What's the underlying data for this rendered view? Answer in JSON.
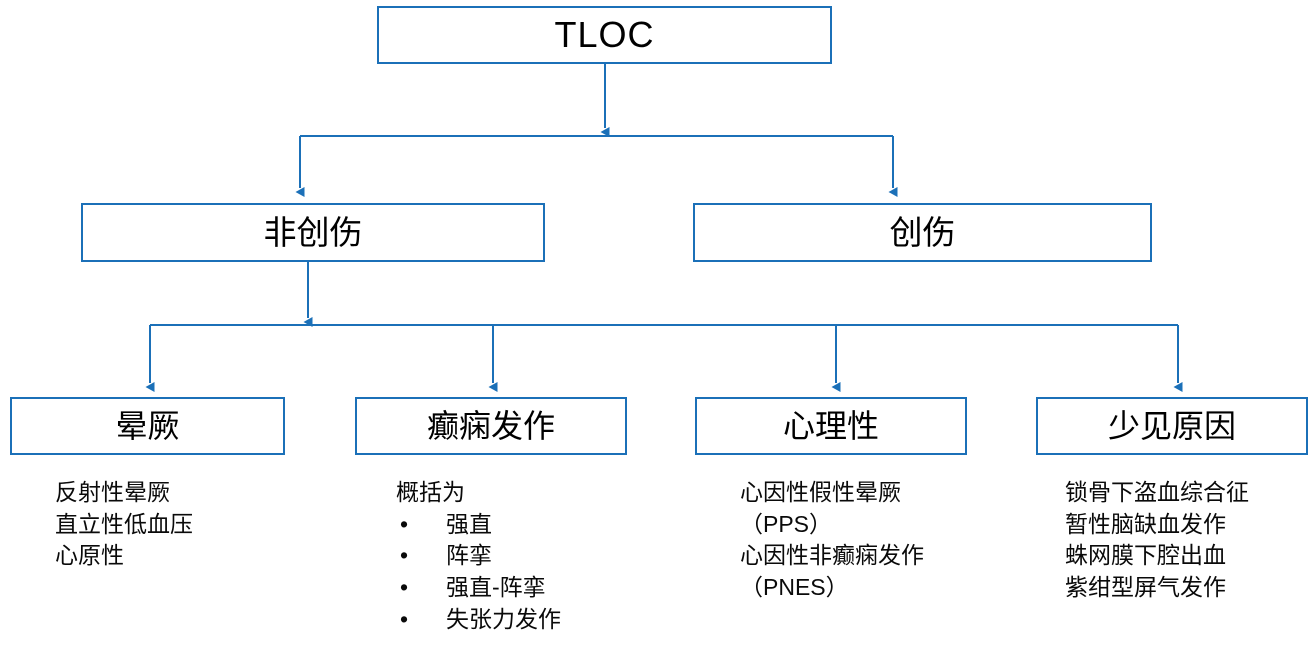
{
  "diagram": {
    "title_node": {
      "label": "TLOC"
    },
    "theme": {
      "line_color": "#1B70B8",
      "box_border_color": "#1B70B8",
      "box_fill_color": "#FFFFFF",
      "text_color": "#000000"
    },
    "level2": [
      {
        "id": "non-traumatic",
        "label": "非创伤"
      },
      {
        "id": "traumatic",
        "label": "创伤"
      }
    ],
    "level3": [
      {
        "id": "syncope",
        "label": "晕厥",
        "details": [
          {
            "bullet": false,
            "text": "反射性晕厥"
          },
          {
            "bullet": false,
            "text": "直立性低血压"
          },
          {
            "bullet": false,
            "text": "心原性"
          }
        ]
      },
      {
        "id": "epileptic-seizure",
        "label": "癫痫发作",
        "details": [
          {
            "bullet": false,
            "text": "概括为"
          },
          {
            "bullet": true,
            "text": "强直"
          },
          {
            "bullet": true,
            "text": "阵挛"
          },
          {
            "bullet": true,
            "text": "强直-阵挛"
          },
          {
            "bullet": true,
            "text": "失张力发作"
          }
        ]
      },
      {
        "id": "psychogenic",
        "label": "心理性",
        "details": [
          {
            "bullet": false,
            "text": "心因性假性晕厥"
          },
          {
            "bullet": false,
            "text": "（PPS）"
          },
          {
            "bullet": false,
            "text": "心因性非癫痫发作"
          },
          {
            "bullet": false,
            "text": "（PNES）"
          }
        ]
      },
      {
        "id": "rare-causes",
        "label": "少见原因",
        "details": [
          {
            "bullet": false,
            "text": "锁骨下盗血综合征"
          },
          {
            "bullet": false,
            "text": "暂性脑缺血发作"
          },
          {
            "bullet": false,
            "text": "蛛网膜下腔出血"
          },
          {
            "bullet": false,
            "text": "紫绀型屏气发作"
          }
        ]
      }
    ],
    "bullet_glyph": "•"
  }
}
